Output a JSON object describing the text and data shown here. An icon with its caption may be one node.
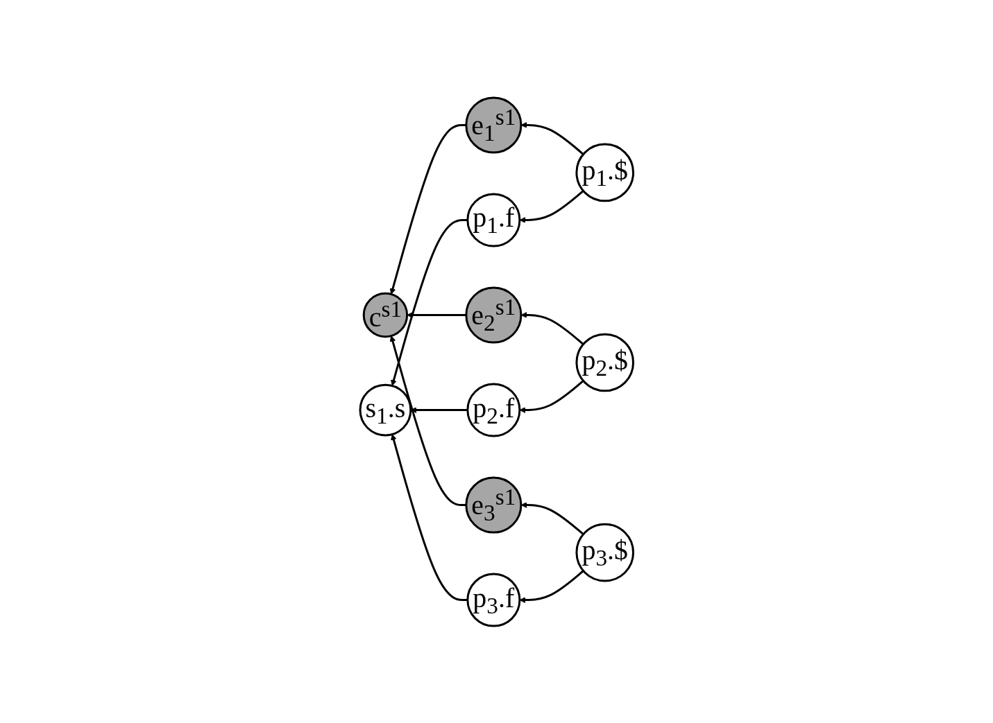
{
  "diagram": {
    "nodes": [
      {
        "text": [
          "e$_{3}$$^{s1}$"
        ]
      },
      {
        "text": [
          "c$^{s1}$"
        ]
      },
      {
        "text": [
          "e$_{2}$$^{s1}$"
        ]
      },
      {
        "text": [
          "e$_{1}$$^{s1}$"
        ]
      },
      {
        "text": [
          "p$_{1}$.$"
        ]
      },
      {
        "text": [
          "p$_{2}$.$"
        ]
      },
      {
        "text": [
          "p$_{3}$.$"
        ]
      },
      {
        "text": [
          "s$_{1}$.s"
        ]
      },
      {
        "text": [
          "p$_{1}$.f"
        ]
      },
      {
        "text": [
          "p$_{2}$.f"
        ]
      },
      {
        "text": [
          "p$_{3}$.f"
        ]
      }
    ],
    "edges": [
      {
        "from": 0,
        "to": 1,
        "arrow": "to"
      },
      {
        "from": 2,
        "to": 1,
        "arrow": "to"
      },
      {
        "from": 3,
        "to": 1,
        "arrow": "to"
      },
      {
        "from": 4,
        "to": 3,
        "arrow": "to"
      },
      {
        "from": 5,
        "to": 2,
        "arrow": "to"
      },
      {
        "from": 6,
        "to": 0,
        "arrow": "to"
      },
      {
        "from": 4,
        "to": 8,
        "arrow": "to"
      },
      {
        "from": 5,
        "to": 9,
        "arrow": "to"
      },
      {
        "from": 6,
        "to": 10,
        "arrow": "to"
      },
      {
        "from": 8,
        "to": 7,
        "arrow": "to"
      },
      {
        "from": 9,
        "to": 7,
        "arrow": "to"
      },
      {
        "from": 10,
        "to": 7,
        "arrow": "to"
      }
    ]
  }
}
